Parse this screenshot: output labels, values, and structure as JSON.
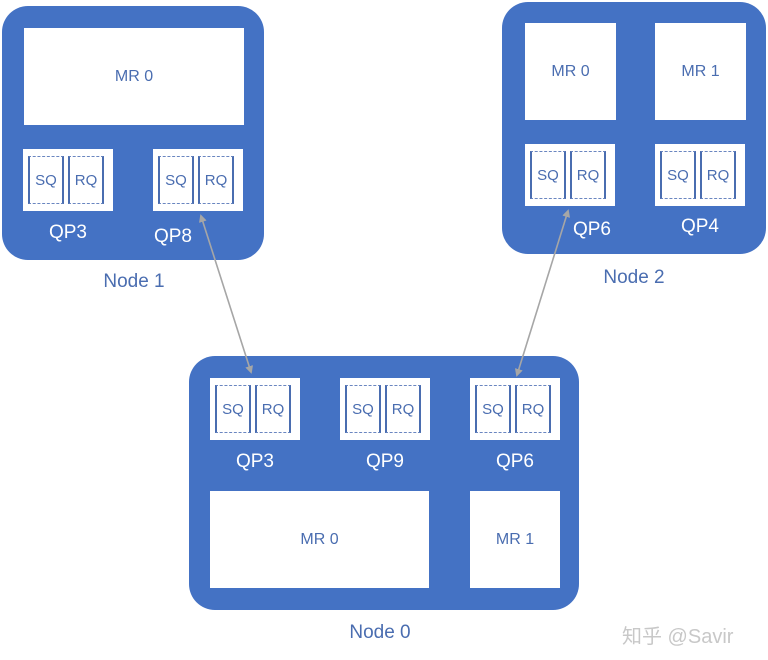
{
  "diagram": {
    "nodes": [
      {
        "label": "Node 1",
        "memory_regions": [
          "MR 0"
        ],
        "queue_pairs": [
          {
            "label": "QP3",
            "send_queue": "SQ",
            "receive_queue": "RQ"
          },
          {
            "label": "QP8",
            "send_queue": "SQ",
            "receive_queue": "RQ"
          }
        ]
      },
      {
        "label": "Node 2",
        "memory_regions": [
          "MR 0",
          "MR 1"
        ],
        "queue_pairs": [
          {
            "label": "QP6",
            "send_queue": "SQ",
            "receive_queue": "RQ"
          },
          {
            "label": "QP4",
            "send_queue": "SQ",
            "receive_queue": "RQ"
          }
        ]
      },
      {
        "label": "Node 0",
        "memory_regions": [
          "MR 0",
          "MR 1"
        ],
        "queue_pairs": [
          {
            "label": "QP3",
            "send_queue": "SQ",
            "receive_queue": "RQ"
          },
          {
            "label": "QP9",
            "send_queue": "SQ",
            "receive_queue": "RQ"
          },
          {
            "label": "QP6",
            "send_queue": "SQ",
            "receive_queue": "RQ"
          }
        ]
      }
    ],
    "connections": [
      {
        "from": "Node 1 / QP8",
        "to": "Node 0 / QP3",
        "bidirectional": true
      },
      {
        "from": "Node 2 / QP6",
        "to": "Node 0 / QP6",
        "bidirectional": true
      }
    ],
    "colors": {
      "node_fill": "#4472c4",
      "box_fill": "#ffffff",
      "text_blue": "#4a6db0",
      "arrow": "#a6a6a6"
    }
  },
  "watermark": "知乎 @Savir"
}
